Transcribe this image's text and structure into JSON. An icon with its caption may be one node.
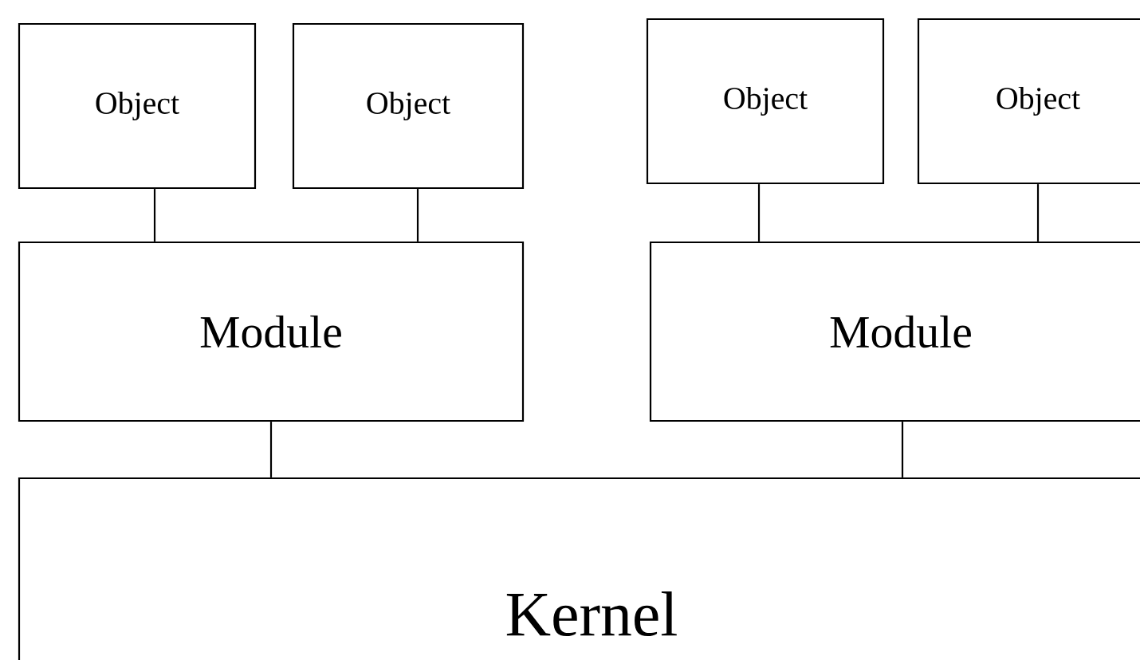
{
  "diagram": {
    "nodes": [
      {
        "text": [
          "Object"
        ]
      },
      {
        "text": [
          "Object"
        ]
      },
      {
        "text": [
          "Object"
        ]
      },
      {
        "text": [
          "Object"
        ]
      },
      {
        "text": [
          "Module"
        ]
      },
      {
        "text": [
          "Module"
        ]
      },
      {
        "text": [
          "Kernel"
        ]
      }
    ],
    "edges": [
      {
        "from": 0,
        "to": 4,
        "arrow": "none"
      },
      {
        "from": 1,
        "to": 4,
        "arrow": "none"
      },
      {
        "from": 2,
        "to": 5,
        "arrow": "none"
      },
      {
        "from": 3,
        "to": 5,
        "arrow": "none"
      },
      {
        "from": 4,
        "to": 6,
        "arrow": "none"
      },
      {
        "from": 5,
        "to": 6,
        "arrow": "none"
      }
    ]
  }
}
